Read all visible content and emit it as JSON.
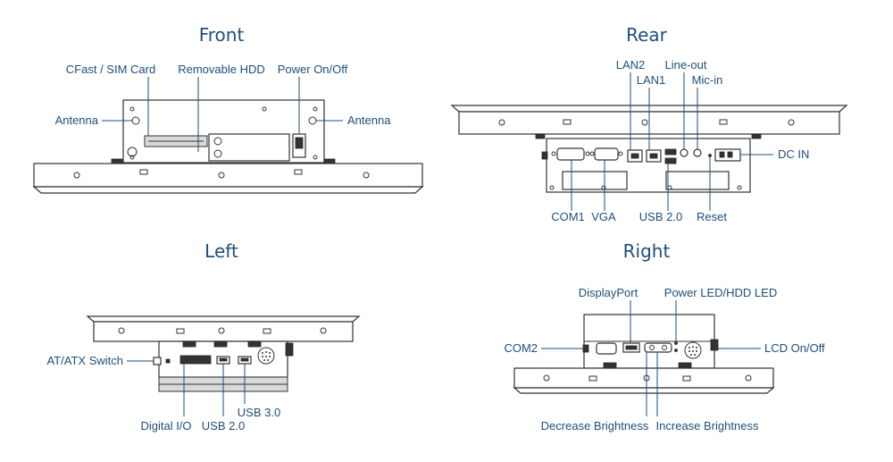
{
  "views": {
    "front": {
      "title": "Front",
      "labels": {
        "cfast": "CFast / SIM Card",
        "hdd": "Removable HDD",
        "power": "Power On/Off",
        "antenna_left": "Antenna",
        "antenna_right": "Antenna"
      }
    },
    "rear": {
      "title": "Rear",
      "labels": {
        "lan2": "LAN2",
        "lan1": "LAN1",
        "line_out": "Line-out",
        "mic_in": "Mic-in",
        "dc_in": "DC IN",
        "com1": "COM1",
        "vga": "VGA",
        "usb20": "USB 2.0",
        "reset": "Reset"
      }
    },
    "left": {
      "title": "Left",
      "labels": {
        "at_atx": "AT/ATX Switch",
        "digital_io": "Digital I/O",
        "usb20": "USB 2.0",
        "usb30": "USB 3.0"
      }
    },
    "right": {
      "title": "Right",
      "labels": {
        "displayport": "DisplayPort",
        "power_led": "Power LED/HDD LED",
        "com2": "COM2",
        "lcd_onoff": "LCD On/Off",
        "dec_bright": "Decrease Brightness",
        "inc_bright": "Increase Brightness"
      }
    }
  },
  "colors": {
    "label": "#1f4e79",
    "outline": "#333333"
  }
}
